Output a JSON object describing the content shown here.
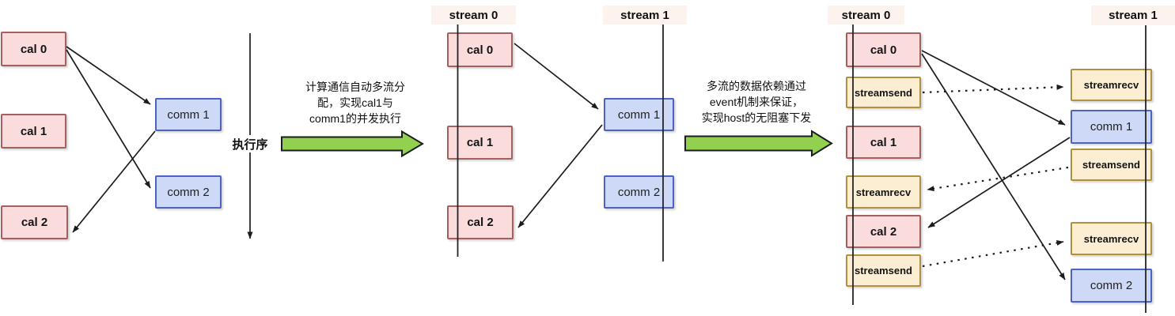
{
  "colors": {
    "cal_fill": "#FADCDC",
    "cal_border": "#A65F5F",
    "comm_fill": "#CDD9F6",
    "comm_border": "#4A63C5",
    "stream_op_fill": "#FBEED3",
    "stream_op_border": "#B2913E",
    "stream_header_bg": "#FCF2EE",
    "green_arrow": "#92D050",
    "line_color": "#1C1C1C"
  },
  "dag": {
    "cal0": "cal 0",
    "cal1": "cal 1",
    "cal2": "cal 2",
    "comm1": "comm 1",
    "comm2": "comm 2",
    "axis_label": "执行序"
  },
  "step1": {
    "caption_line1": "计算通信自动多流分",
    "caption_line2": "配，实现cal1与",
    "caption_line3": "comm1的并发执行"
  },
  "two_stream": {
    "stream0_header": "stream 0",
    "stream1_header": "stream 1",
    "cal0": "cal 0",
    "cal1": "cal 1",
    "cal2": "cal 2",
    "comm1": "comm 1",
    "comm2": "comm 2"
  },
  "step2": {
    "caption_line1": "多流的数据依赖通过",
    "caption_line2": "event机制来保证，",
    "caption_line3": "实现host的无阻塞下发"
  },
  "event_stream": {
    "stream0_header": "stream 0",
    "stream1_header": "stream 1",
    "stream0_ops": [
      {
        "label": "cal 0",
        "kind": "cal"
      },
      {
        "label": "streamsend",
        "kind": "op"
      },
      {
        "label": "cal 1",
        "kind": "cal"
      },
      {
        "label": "streamrecv",
        "kind": "op"
      },
      {
        "label": "cal 2",
        "kind": "cal"
      },
      {
        "label": "streamsend",
        "kind": "op"
      }
    ],
    "stream1_ops": [
      {
        "label": "streamrecv",
        "kind": "op"
      },
      {
        "label": "comm 1",
        "kind": "comm"
      },
      {
        "label": "streamsend",
        "kind": "op"
      },
      {
        "label": "streamrecv",
        "kind": "op"
      },
      {
        "label": "comm 2",
        "kind": "comm"
      }
    ]
  }
}
